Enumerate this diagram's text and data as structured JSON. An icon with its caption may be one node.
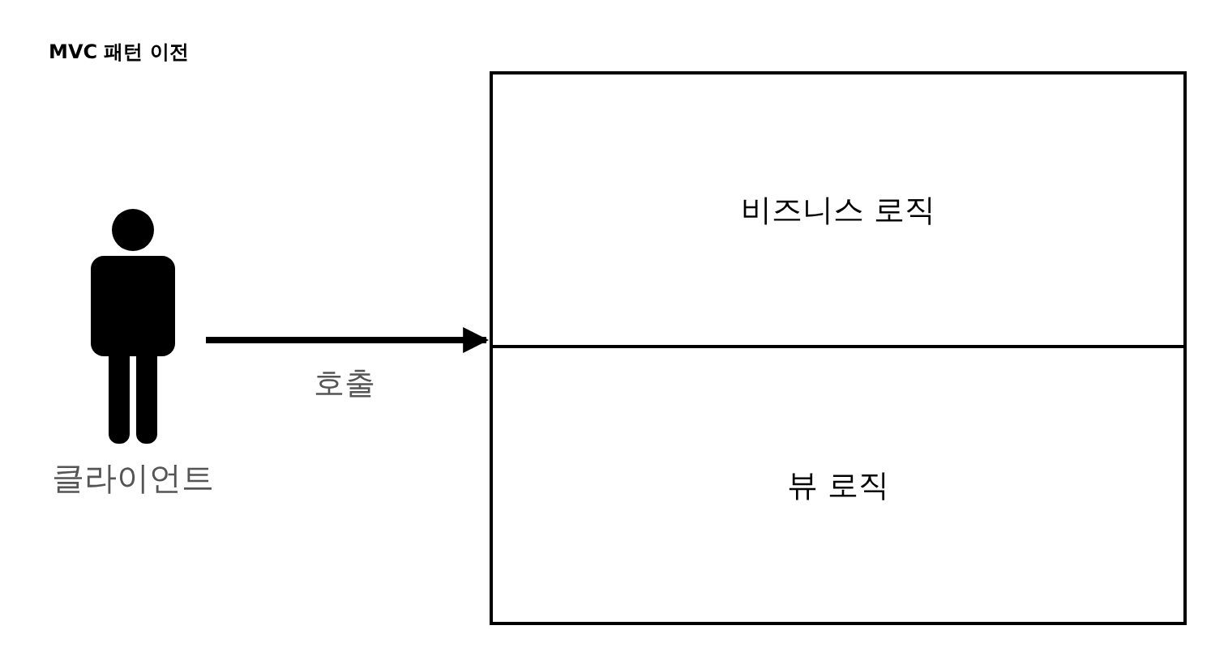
{
  "diagram": {
    "title": "MVC 패턴 이전",
    "nodes": [
      {
        "text": [],
        "shape": "person",
        "beside": [
          "클라이언트"
        ]
      },
      {
        "text": [],
        "shape": "box"
      },
      {
        "text": [
          "비즈니스 로직"
        ],
        "in": 1
      },
      {
        "text": [
          "뷰 로직"
        ],
        "in": 1
      }
    ],
    "edges": [
      {
        "from": 0,
        "to": 1,
        "arrow": "to",
        "label": "호출"
      }
    ]
  }
}
